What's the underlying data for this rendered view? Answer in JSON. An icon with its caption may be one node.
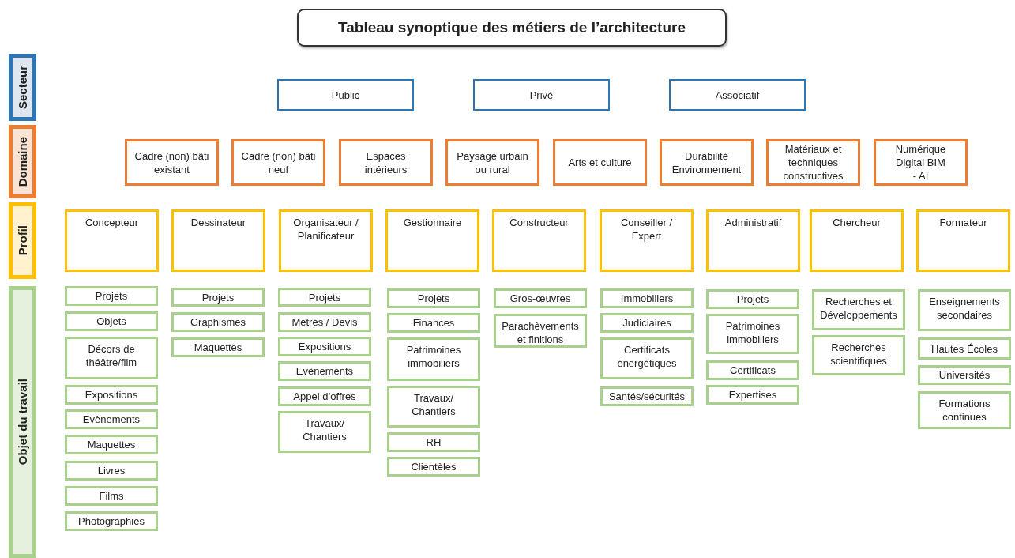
{
  "diagram": {
    "title": "Tableau synoptique des métiers de l’architecture",
    "nodes": [
      {
        "text": [
          "Secteur"
        ]
      },
      {
        "text": [
          "Public"
        ]
      },
      {
        "text": [
          "Privé"
        ]
      },
      {
        "text": [
          "Associatif"
        ]
      },
      {
        "text": [
          "Domaine"
        ]
      },
      {
        "text": [
          "Cadre (non) bâti existant"
        ]
      },
      {
        "text": [
          "Cadre (non) bâti neuf"
        ]
      },
      {
        "text": [
          "Espaces intérieurs"
        ]
      },
      {
        "text": [
          "Paysage urbain ou rural"
        ]
      },
      {
        "text": [
          "Arts et culture"
        ]
      },
      {
        "text": [
          "Durabilité Environnement"
        ]
      },
      {
        "text": [
          "Matériaux et techniques constructives"
        ]
      },
      {
        "text": [
          "Numérique Digital BIM - AI"
        ]
      },
      {
        "text": [
          "Profil"
        ]
      },
      {
        "text": [
          "Concepteur"
        ]
      },
      {
        "text": [
          "Dessinateur"
        ]
      },
      {
        "text": [
          "Organisateur / Planificateur"
        ]
      },
      {
        "text": [
          "Gestionnaire"
        ]
      },
      {
        "text": [
          "Constructeur"
        ]
      },
      {
        "text": [
          "Conseiller / Expert"
        ]
      },
      {
        "text": [
          "Administratif"
        ]
      },
      {
        "text": [
          "Chercheur"
        ]
      },
      {
        "text": [
          "Formateur"
        ]
      },
      {
        "text": [
          "Objet du travail"
        ]
      },
      {
        "text": [
          "Projets"
        ]
      },
      {
        "text": [
          "Objets"
        ]
      },
      {
        "text": [
          "Décors de théâtre/film"
        ]
      },
      {
        "text": [
          "Expositions"
        ]
      },
      {
        "text": [
          "Evènements"
        ]
      },
      {
        "text": [
          "Maquettes"
        ]
      },
      {
        "text": [
          "Livres"
        ]
      },
      {
        "text": [
          "Films"
        ]
      },
      {
        "text": [
          "Photographies"
        ]
      },
      {
        "text": [
          "Projets"
        ]
      },
      {
        "text": [
          "Graphismes"
        ]
      },
      {
        "text": [
          "Maquettes"
        ]
      },
      {
        "text": [
          "Projets"
        ]
      },
      {
        "text": [
          "Métrés / Devis"
        ]
      },
      {
        "text": [
          "Expositions"
        ]
      },
      {
        "text": [
          "Evènements"
        ]
      },
      {
        "text": [
          "Appel d’offres"
        ]
      },
      {
        "text": [
          "Travaux/ Chantiers"
        ]
      },
      {
        "text": [
          "Projets"
        ]
      },
      {
        "text": [
          "Finances"
        ]
      },
      {
        "text": [
          "Patrimoines immobiliers"
        ]
      },
      {
        "text": [
          "Travaux/ Chantiers"
        ]
      },
      {
        "text": [
          "RH"
        ]
      },
      {
        "text": [
          "Clientèles"
        ]
      },
      {
        "text": [
          "Gros-œuvres"
        ]
      },
      {
        "text": [
          "Parachèvements et finitions"
        ]
      },
      {
        "text": [
          "Immobiliers"
        ]
      },
      {
        "text": [
          "Judiciaires"
        ]
      },
      {
        "text": [
          "Certificats énergétiques"
        ]
      },
      {
        "text": [
          "Santés/sécurités"
        ]
      },
      {
        "text": [
          "Projets"
        ]
      },
      {
        "text": [
          "Patrimoines immobiliers"
        ]
      },
      {
        "text": [
          "Certificats"
        ]
      },
      {
        "text": [
          "Expertises"
        ]
      },
      {
        "text": [
          "Recherches et Développements"
        ]
      },
      {
        "text": [
          "Recherches scientifiques"
        ]
      },
      {
        "text": [
          "Enseignements secondaires"
        ]
      },
      {
        "text": [
          "Hautes Écoles"
        ]
      },
      {
        "text": [
          "Universités"
        ]
      },
      {
        "text": [
          "Formations continues"
        ]
      }
    ],
    "edges": []
  }
}
